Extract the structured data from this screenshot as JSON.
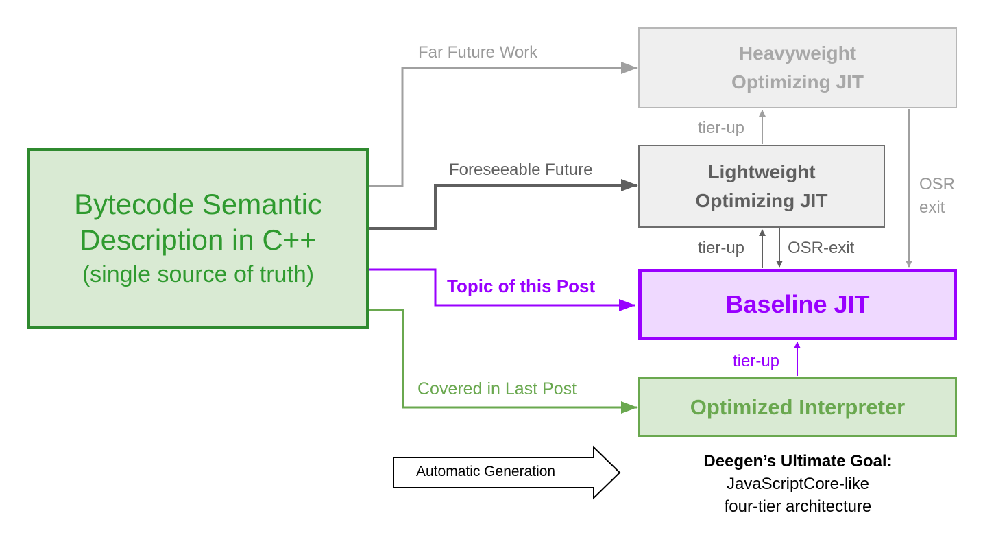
{
  "nodes": {
    "source": {
      "line1": "Bytecode Semantic",
      "line2": "Description in C++",
      "line3": "(single source of truth)"
    },
    "heavyweight": {
      "line1": "Heavyweight",
      "line2": "Optimizing JIT"
    },
    "lightweight": {
      "line1": "Lightweight",
      "line2": "Optimizing JIT"
    },
    "baseline": {
      "label": "Baseline JIT"
    },
    "interpreter": {
      "label": "Optimized Interpreter"
    }
  },
  "edges": {
    "far_future": "Far Future Work",
    "foreseeable_future": "Foreseeable Future",
    "topic": "Topic of this Post",
    "last_post": "Covered in Last Post",
    "tierup_light_to_heavy": "tier-up",
    "tierup_baseline_to_light": "tier-up",
    "osr_exit_light": "OSR-exit",
    "osr_exit_heavy_line1": "OSR",
    "osr_exit_heavy_line2": "exit",
    "tierup_interp_to_baseline": "tier-up"
  },
  "legend": {
    "automatic_generation": "Automatic Generation"
  },
  "goal": {
    "title": "Deegen’s Ultimate Goal:",
    "line1": "JavaScriptCore-like",
    "line2": "four-tier architecture"
  },
  "colors": {
    "source_green": "#2f9a2f",
    "light_gray": "#a8a8a8",
    "dark_gray": "#5f5f5f",
    "purple": "#9900ff",
    "green": "#6aa84f"
  }
}
